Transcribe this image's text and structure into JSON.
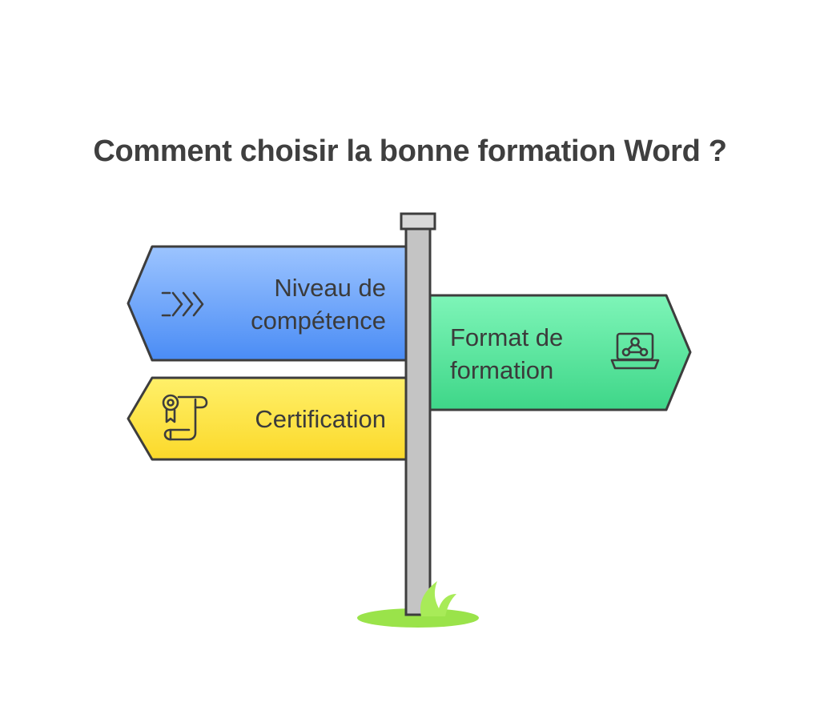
{
  "title": "Comment choisir la bonne formation Word ?",
  "signs": {
    "niveau": {
      "line1": "Niveau de",
      "line2": "compétence",
      "icon": "fast-forward-icon",
      "color_top": "#9cc4ff",
      "color_bottom": "#4a8cf5"
    },
    "format": {
      "line1": "Format de",
      "line2": "formation",
      "icon": "laptop-network-icon",
      "color_top": "#7ef5b8",
      "color_bottom": "#3ed688"
    },
    "certification": {
      "line1": "Certification",
      "icon": "certificate-scroll-icon",
      "color_top": "#fff06a",
      "color_bottom": "#fbd92a"
    }
  },
  "post_color": "#c4c4c4",
  "grass_color": "#9ae34a"
}
